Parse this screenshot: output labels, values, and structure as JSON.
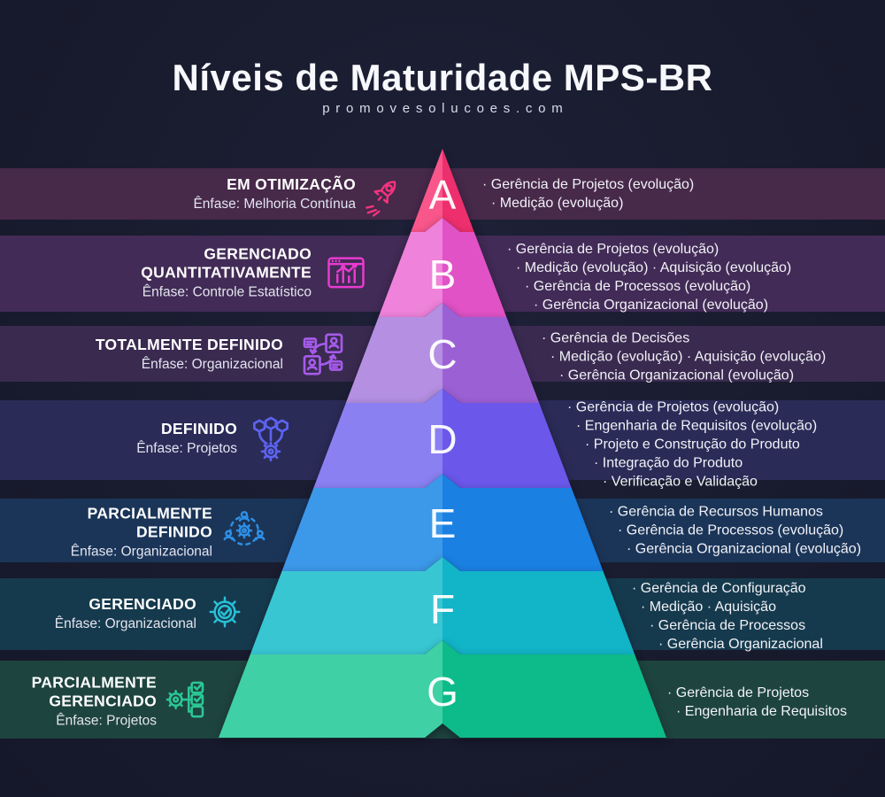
{
  "header": {
    "title": "Níveis de Maturidade MPS-BR",
    "subtitle": "promovesolucoes.com"
  },
  "colors": {
    "background": "#191c2e"
  },
  "levels": [
    {
      "letter": "A",
      "name": "EM OTIMIZAÇÃO",
      "emphasis": "Ênfase: Melhoria Contínua",
      "icon": "rocket-icon",
      "icon_color": "#f5337f",
      "band_color": "#47294a",
      "segment_left": "#f9568b",
      "segment_right": "#ee2f6d",
      "items": [
        "· Gerência de Projetos (evolução)",
        "· Medição (evolução)"
      ]
    },
    {
      "letter": "B",
      "name": "GERENCIADO QUANTITATIVAMENTE",
      "emphasis": "Ênfase: Controle Estatístico",
      "icon": "chart-monitor-icon",
      "icon_color": "#e83bd0",
      "band_color": "#422b56",
      "segment_left": "#ef82da",
      "segment_right": "#e052c6",
      "items": [
        "· Gerência de Projetos (evolução)",
        "· Medição (evolução) · Aquisição (evolução)",
        "· Gerência de Processos (evolução)",
        "· Gerência Organizacional (evolução)"
      ]
    },
    {
      "letter": "C",
      "name": "TOTALMENTE DEFINIDO",
      "emphasis": "Ênfase: Organizacional",
      "icon": "people-network-icon",
      "icon_color": "#a55bea",
      "band_color": "#3a2a50",
      "segment_left": "#b48fe2",
      "segment_right": "#9c60d5",
      "items": [
        "· Gerência de Decisões",
        "· Medição (evolução) · Aquisição (evolução)",
        "· Gerência Organizacional (evolução)"
      ]
    },
    {
      "letter": "D",
      "name": "DEFINIDO",
      "emphasis": "Ênfase: Projetos",
      "icon": "modules-gear-icon",
      "icon_color": "#5c63f0",
      "band_color": "#2a2b57",
      "segment_left": "#8b80f2",
      "segment_right": "#6b57ea",
      "items": [
        "· Gerência de Projetos (evolução)",
        "· Engenharia de Requisitos (evolução)",
        "· Projeto e Construção do Produto",
        "· Integração do Produto",
        "· Verificação e Validação"
      ]
    },
    {
      "letter": "E",
      "name": "PARCIALMENTE DEFINIDO",
      "emphasis": "Ênfase: Organizacional",
      "icon": "team-gear-icon",
      "icon_color": "#2e8fe6",
      "band_color": "#1b3558",
      "segment_left": "#3c98e8",
      "segment_right": "#1a80e2",
      "items": [
        "· Gerência de Recursos Humanos",
        "· Gerência de Processos (evolução)",
        "· Gerência Organizacional (evolução)"
      ]
    },
    {
      "letter": "F",
      "name": "GERENCIADO",
      "emphasis": "Ênfase: Organizacional",
      "icon": "gear-check-icon",
      "icon_color": "#27c1d8",
      "band_color": "#163a4d",
      "segment_left": "#38c6d3",
      "segment_right": "#12b4c7",
      "items": [
        "· Gerência de Configuração",
        "· Medição · Aquisição",
        "· Gerência de Processos",
        "· Gerência Organizacional"
      ]
    },
    {
      "letter": "G",
      "name": "PARCIALMENTE GERENCIADO",
      "emphasis": "Ênfase: Projetos",
      "icon": "checklist-gear-icon",
      "icon_color": "#2bc795",
      "band_color": "#1e443f",
      "segment_left": "#40d0a5",
      "segment_right": "#0dba8a",
      "items": [
        "· Gerência de Projetos",
        "· Engenharia de Requisitos"
      ]
    }
  ]
}
